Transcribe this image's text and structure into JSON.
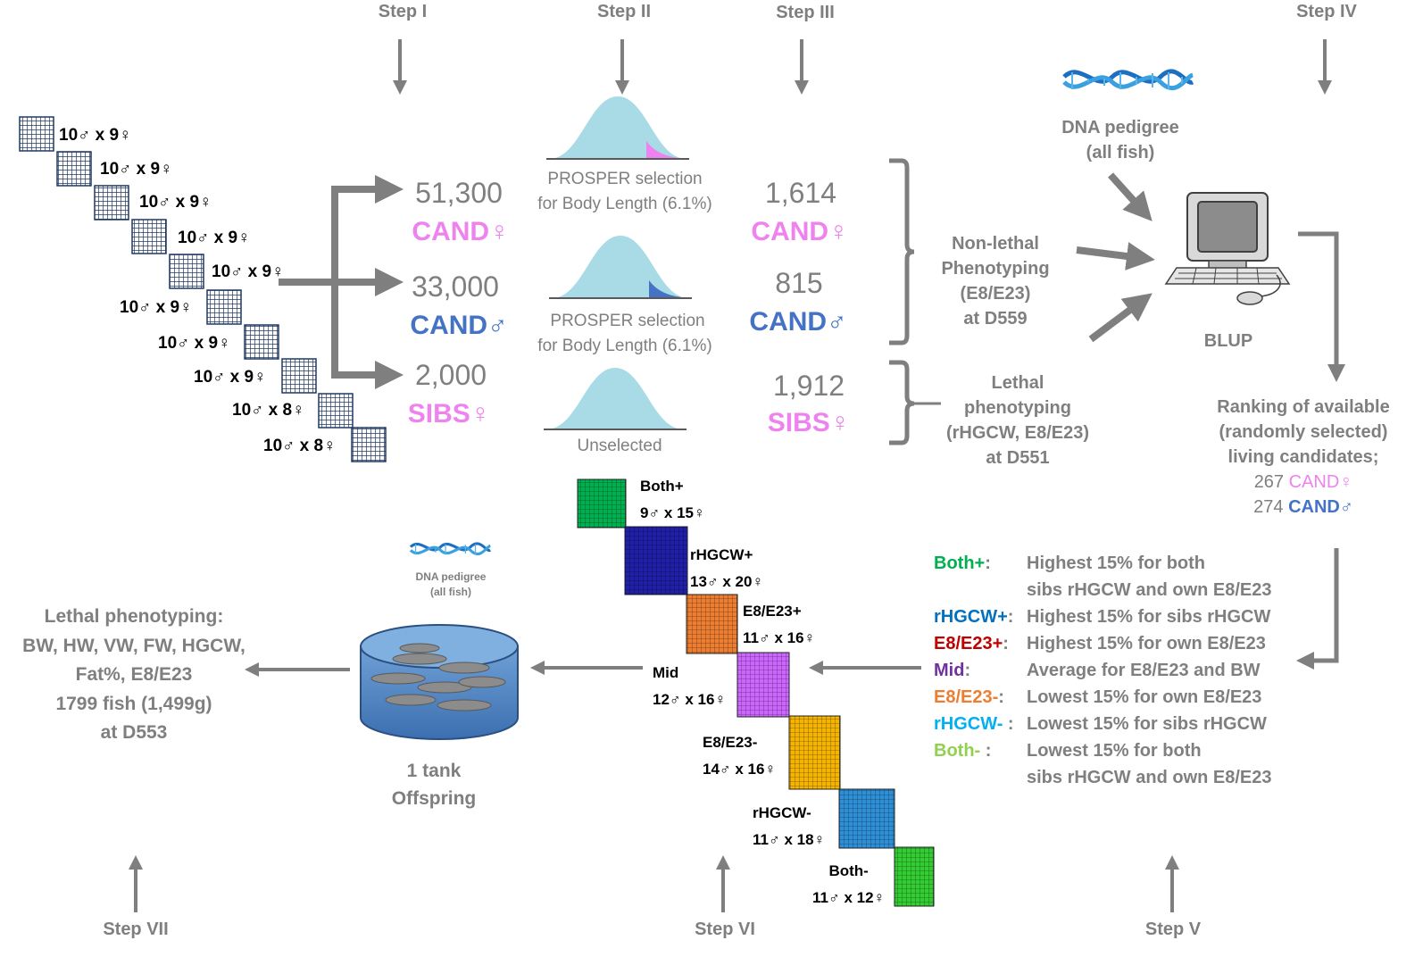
{
  "steps": {
    "s1": "Step I",
    "s2": "Step II",
    "s3": "Step III",
    "s4": "Step IV",
    "s5": "Step V",
    "s6": "Step VI",
    "s7": "Step VII"
  },
  "crosses": [
    "10♂ x 9♀",
    "10♂ x 9♀",
    "10♂ x 9♀",
    "10♂ x 9♀",
    "10♂ x 9♀",
    "10♂ x 9♀",
    "10♂ x 9♀",
    "10♂ x 9♀",
    "10♂ x 8♀",
    "10♂ x 8♀"
  ],
  "initial_groups": {
    "cand_f_count": "51,300",
    "cand_f_label": "CAND♀",
    "cand_m_count": "33,000",
    "cand_m_label": "CAND♂",
    "sibs_count": "2,000",
    "sibs_label": "SIBS♀"
  },
  "selection": {
    "female_line1": "PROSPER selection",
    "female_line2": "for Body Length (6.1%)",
    "male_line1": "PROSPER selection",
    "male_line2": "for Body Length (6.1%)",
    "unselected": "Unselected"
  },
  "selected_groups": {
    "cand_f_count": "1,614",
    "cand_f_label": "CAND♀",
    "cand_m_count": "815",
    "cand_m_label": "CAND♂",
    "sibs_count": "1,912",
    "sibs_label": "SIBS♀"
  },
  "phenotyping": {
    "nonlethal": [
      "Non-lethal",
      "Phenotyping",
      "(E8/E23)",
      "at D559"
    ],
    "lethal": [
      "Lethal",
      "phenotyping",
      "(rHGCW, E8/E23)",
      "at D551"
    ]
  },
  "dna_top": [
    "DNA pedigree",
    "(all fish)"
  ],
  "blup_label": "BLUP",
  "ranking": {
    "lines": [
      "Ranking of available",
      "(randomly selected)",
      "living candidates;"
    ],
    "f_count": "267",
    "f_label": "CAND♀",
    "m_count": "274",
    "m_label": "CAND♂"
  },
  "legend": [
    {
      "key": "Both+",
      "sep": ":",
      "desc": [
        "Highest 15% for both",
        "sibs rHGCW and own E8/E23"
      ],
      "color": "#00b050"
    },
    {
      "key": "rHGCW+",
      "sep": ":",
      "desc": [
        "Highest 15% for sibs rHGCW"
      ],
      "color": "#0070c0"
    },
    {
      "key": "E8/E23+",
      "sep": ":",
      "desc": [
        "Highest 15% for own E8/E23"
      ],
      "color": "#c00000"
    },
    {
      "key": "Mid",
      "sep": ":",
      "desc": [
        "Average for E8/E23 and BW"
      ],
      "color": "#7030a0"
    },
    {
      "key": "E8/E23-",
      "sep": ":",
      "desc": [
        "Lowest 15% for own E8/E23"
      ],
      "color": "#ed7d31"
    },
    {
      "key": "rHGCW-",
      "sep": " :",
      "desc": [
        "Lowest 15% for sibs rHGCW"
      ],
      "color": "#00b0f0"
    },
    {
      "key": "Both-",
      "sep": " :",
      "desc": [
        "Lowest 15% for both",
        "sibs rHGCW and own E8/E23"
      ],
      "color": "#92d050"
    }
  ],
  "legend_trailing_mark": "-",
  "families": [
    {
      "name": "Both+",
      "cross": "9♂ x 15♀",
      "color": "#00b050"
    },
    {
      "name": "rHGCW+",
      "cross": "13♂ x 20♀",
      "color": "#1f1fa8"
    },
    {
      "name": "E8/E23+",
      "cross": "11♂ x 16♀",
      "color": "#ed7d31"
    },
    {
      "name": "Mid",
      "cross": "12♂ x 16♀",
      "color": "#cc66ff"
    },
    {
      "name": "E8/E23-",
      "cross": "14♂ x 16♀",
      "color": "#f5b400"
    },
    {
      "name": "rHGCW-",
      "cross": "11♂ x 18♀",
      "color": "#2e8fd6"
    },
    {
      "name": "Both-",
      "cross": "11♂ x 12♀",
      "color": "#33cc33"
    }
  ],
  "dna_small": [
    "DNA pedigree",
    "(all fish)"
  ],
  "tank": [
    "1 tank",
    "Offspring"
  ],
  "final_phenotyping": [
    "Lethal phenotyping:",
    "BW, HW, VW, FW, HGCW,",
    "Fat%, E8/E23",
    "1799 fish (1,499g)",
    "at D553"
  ]
}
